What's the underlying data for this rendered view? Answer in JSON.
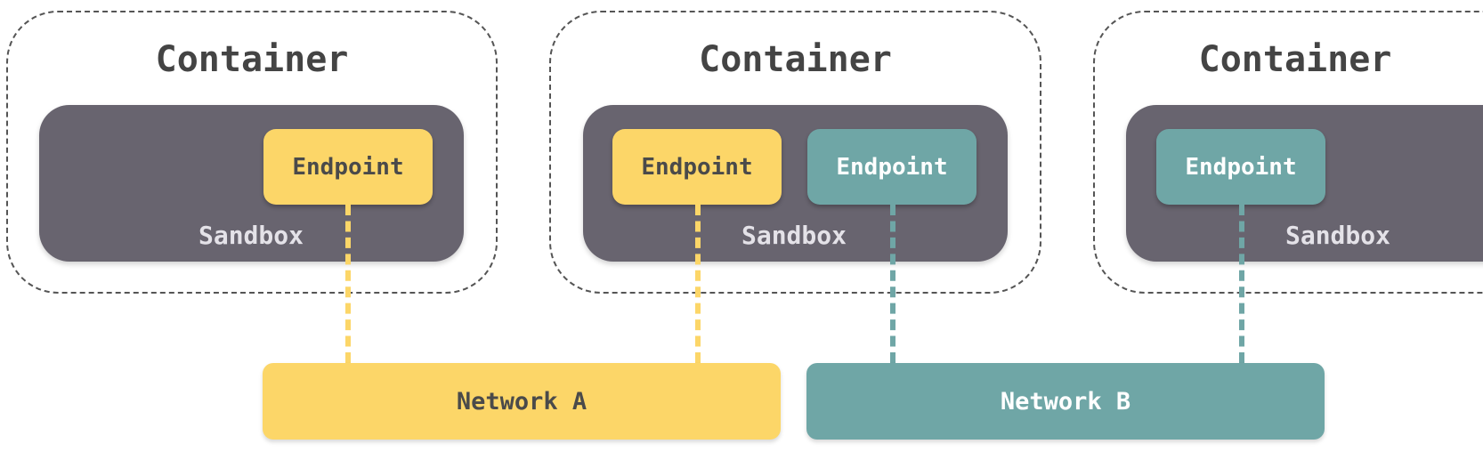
{
  "containers": [
    {
      "title": "Container",
      "sandbox_label": "Sandbox",
      "endpoints": [
        "Endpoint"
      ]
    },
    {
      "title": "Container",
      "sandbox_label": "Sandbox",
      "endpoints": [
        "Endpoint",
        "Endpoint"
      ]
    },
    {
      "title": "Container",
      "sandbox_label": "Sandbox",
      "endpoints": [
        "Endpoint"
      ]
    }
  ],
  "networks": [
    {
      "label": "Network A",
      "color": "#fcd668"
    },
    {
      "label": "Network B",
      "color": "#6fa6a6"
    }
  ],
  "colors": {
    "sandbox": "#68646f",
    "yellow": "#fcd668",
    "teal": "#6fa6a6"
  }
}
